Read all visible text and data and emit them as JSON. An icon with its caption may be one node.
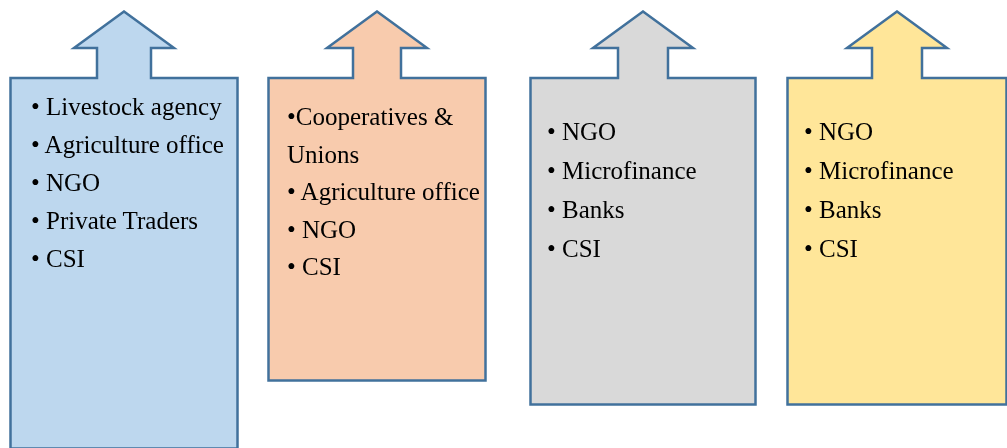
{
  "diagram": {
    "nodes": [
      {
        "text": [
          "• Livestock agency",
          "• Agriculture office",
          "• NGO",
          "• Private Traders",
          "• CSI"
        ]
      },
      {
        "text": [
          "•Cooperatives & Unions",
          "• Agriculture office",
          "• NGO",
          "• CSI"
        ]
      },
      {
        "text": [
          "• NGO",
          "• Microfinance",
          "• Banks",
          "• CSI"
        ]
      },
      {
        "text": [
          "• NGO",
          "• Microfinance",
          "• Banks",
          "• CSI"
        ]
      }
    ]
  }
}
